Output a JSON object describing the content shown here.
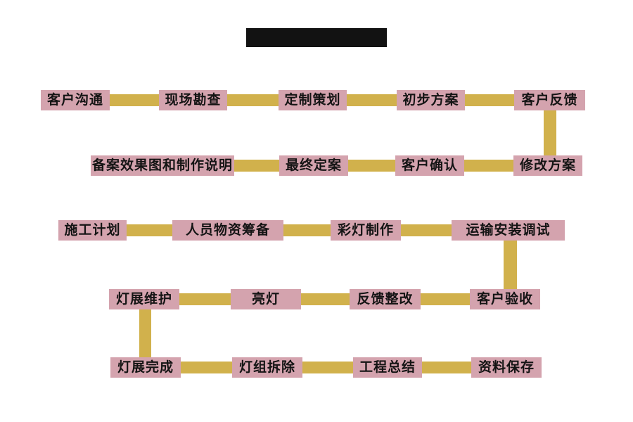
{
  "title_bar": {
    "label": ""
  },
  "colors": {
    "background": "#ffffff",
    "node_bg": "#d4a3ae",
    "connector": "#d1b14c",
    "text": "#141414",
    "title_bg": "#121212"
  },
  "flow": {
    "rows": [
      [
        "客户沟通",
        "现场勘查",
        "定制策划",
        "初步方案",
        "客户反馈"
      ],
      [
        "备案效果图和制作说明",
        "最终定案",
        "客户确认",
        "修改方案"
      ],
      [
        "施工计划",
        "人员物资筹备",
        "彩灯制作",
        "运输安装调试"
      ],
      [
        "灯展维护",
        "亮灯",
        "反馈整改",
        "客户验收"
      ],
      [
        "灯展完成",
        "灯组拆除",
        "工程总结",
        "资料保存"
      ]
    ],
    "nodes": [
      {
        "label": "客户沟通"
      },
      {
        "label": "现场勘查"
      },
      {
        "label": "定制策划"
      },
      {
        "label": "初步方案"
      },
      {
        "label": "客户反馈"
      },
      {
        "label": "备案效果图和制作说明"
      },
      {
        "label": "最终定案"
      },
      {
        "label": "客户确认"
      },
      {
        "label": "修改方案"
      },
      {
        "label": "施工计划"
      },
      {
        "label": "人员物资筹备"
      },
      {
        "label": "彩灯制作"
      },
      {
        "label": "运输安装调试"
      },
      {
        "label": "灯展维护"
      },
      {
        "label": "亮灯"
      },
      {
        "label": "反馈整改"
      },
      {
        "label": "客户验收"
      },
      {
        "label": "灯展完成"
      },
      {
        "label": "灯组拆除"
      },
      {
        "label": "工程总结"
      },
      {
        "label": "资料保存"
      }
    ]
  }
}
